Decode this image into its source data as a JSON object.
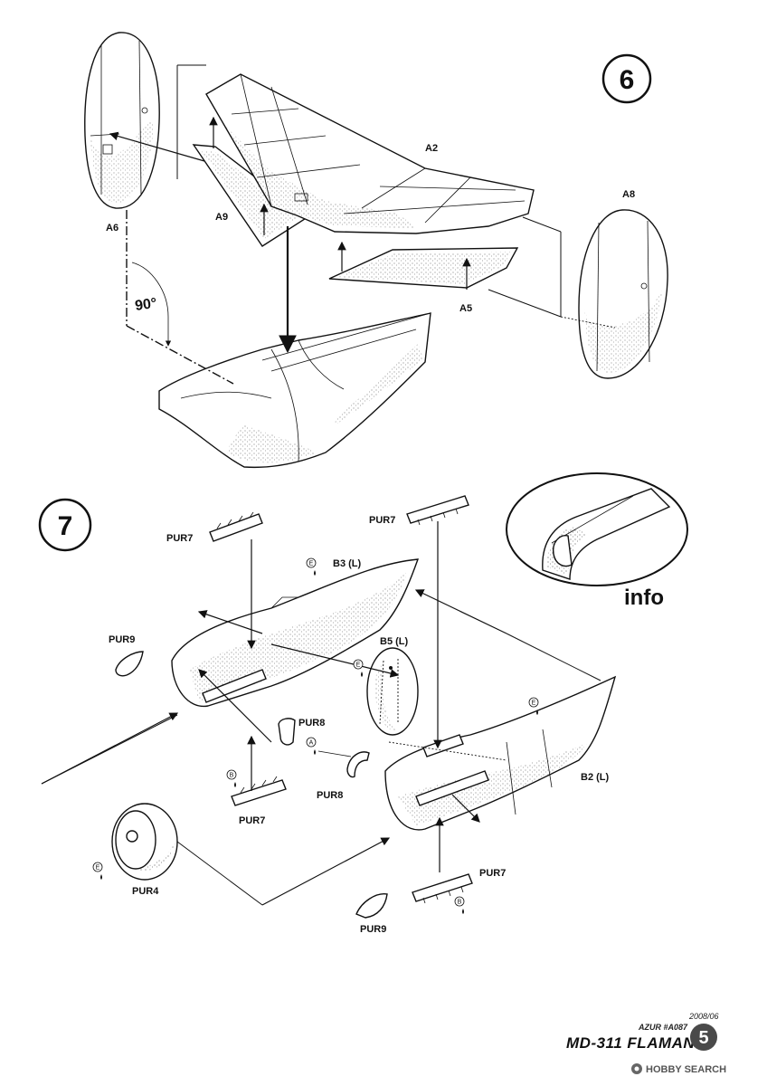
{
  "steps": [
    {
      "number": "6"
    },
    {
      "number": "7"
    }
  ],
  "step6_labels": {
    "a6": "A6",
    "a9": "A9",
    "a2": "A2",
    "a8": "A8",
    "a5": "A5",
    "angle": "90°"
  },
  "step7_labels": {
    "pur7_top_left": "PUR7",
    "pur7_top_right": "PUR7",
    "b3": "B3 (L)",
    "pur9_left": "PUR9",
    "b5": "B5 (L)",
    "pur8_upper": "PUR8",
    "pur8_lower": "PUR8",
    "pur7_bottom_left": "PUR7",
    "b2": "B2 (L)",
    "pur4": "PUR4",
    "pur7_bottom_right": "PUR7",
    "pur9_bottom": "PUR9",
    "info": "info"
  },
  "glue_markers": [
    "E",
    "E",
    "E",
    "A",
    "B",
    "E",
    "B"
  ],
  "footer": {
    "code": "AZUR #A087",
    "date": "2008/06",
    "title": "MD-311 FLAMANT",
    "page": "5"
  },
  "watermark": {
    "brand": "HOBBY SEARCH",
    "icon": "hobby-search-logo-icon"
  }
}
